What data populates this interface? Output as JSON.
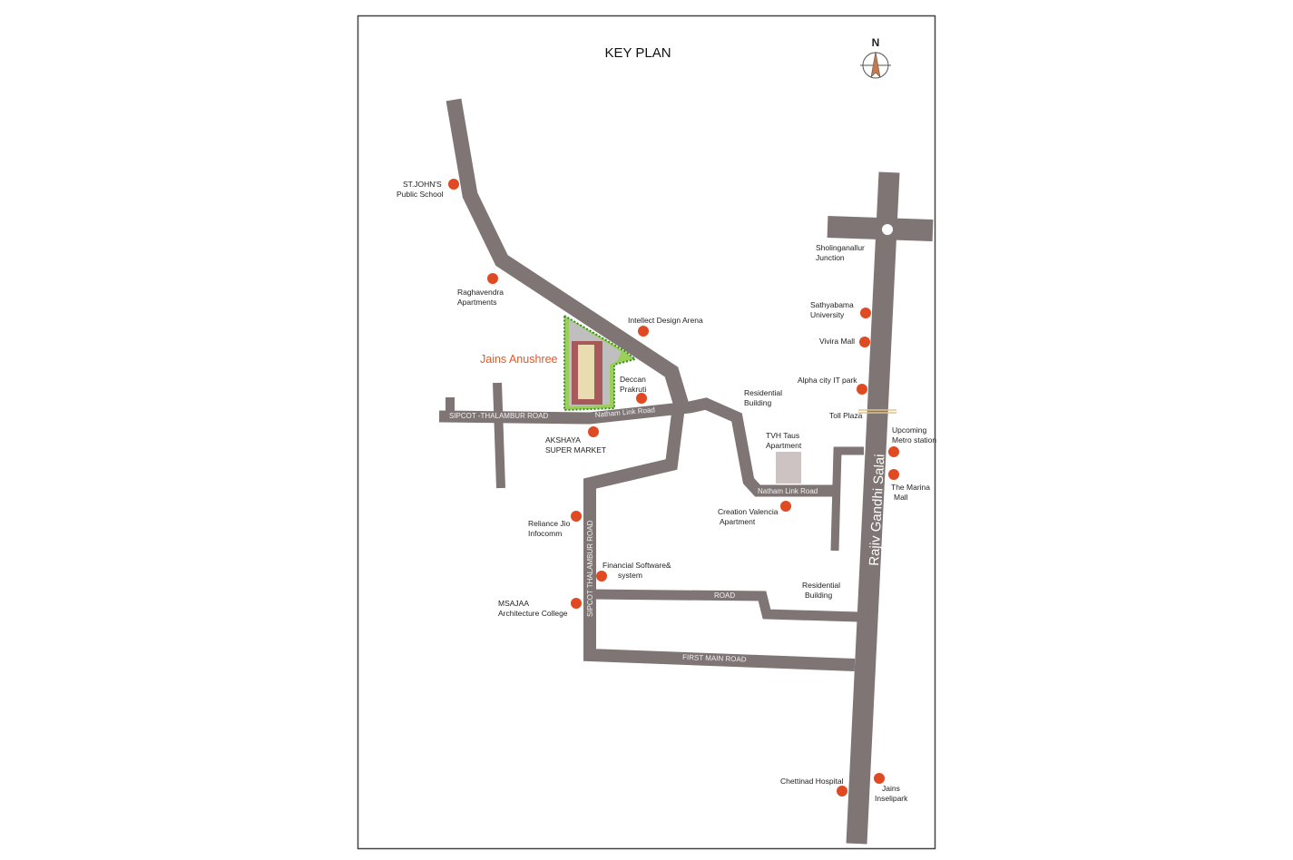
{
  "title": "KEY PLAN",
  "north_label": "N",
  "project_name": "Jains Anushree",
  "colors": {
    "road": "#7f7575",
    "poi": "#e04a22",
    "project": "#e05a2a",
    "greenery": "#8cc63f"
  },
  "roads": {
    "sipcot_thalambur_h": "SIPCOT -THALAMBUR ROAD",
    "natham_link_1": "Natham Link Road",
    "natham_link_2": "Natham Link Road",
    "sipcot_thalambur_v": "SIPCOT THALAMBUR ROAD",
    "road": "ROAD",
    "first_main": "FIRST MAIN ROAD",
    "rajiv": "Rajiv Gandhi Salai"
  },
  "pois": {
    "stjohns": [
      "ST.JOHN'S",
      "Public School"
    ],
    "raghavendra": [
      "Raghavendra",
      "Apartments"
    ],
    "intellect": [
      "Intellect Design Arena"
    ],
    "deccan": [
      "Deccan",
      "Prakruti"
    ],
    "akshaya": [
      "AKSHAYA",
      "SUPER MARKET"
    ],
    "reliance": [
      "Reliance Jio",
      "Infocomm"
    ],
    "financial": [
      "Financial Software&",
      "system"
    ],
    "msajaa": [
      "MSAJAA",
      "Architecture College"
    ],
    "sholinganallur": [
      "Sholinganallur",
      "Junction"
    ],
    "sathyabama": [
      "Sathyabama",
      "University"
    ],
    "vivira": [
      "Vivira Mall"
    ],
    "alpha": [
      "Alpha city IT park"
    ],
    "residential1": [
      "Residential",
      "Building"
    ],
    "toll": [
      "Toll Plaza"
    ],
    "tvh": [
      "TVH Taus",
      "Apartment"
    ],
    "metro": [
      "Upcoming",
      "Metro station"
    ],
    "marina": [
      "The Marina",
      "Mall"
    ],
    "creation": [
      "Creation Valencia",
      "Apartment"
    ],
    "residential2": [
      "Residential",
      "Building"
    ],
    "chettinad": [
      "Chettinad Hospital"
    ],
    "jains_inselipark": [
      "Jains",
      "Inselipark"
    ]
  }
}
